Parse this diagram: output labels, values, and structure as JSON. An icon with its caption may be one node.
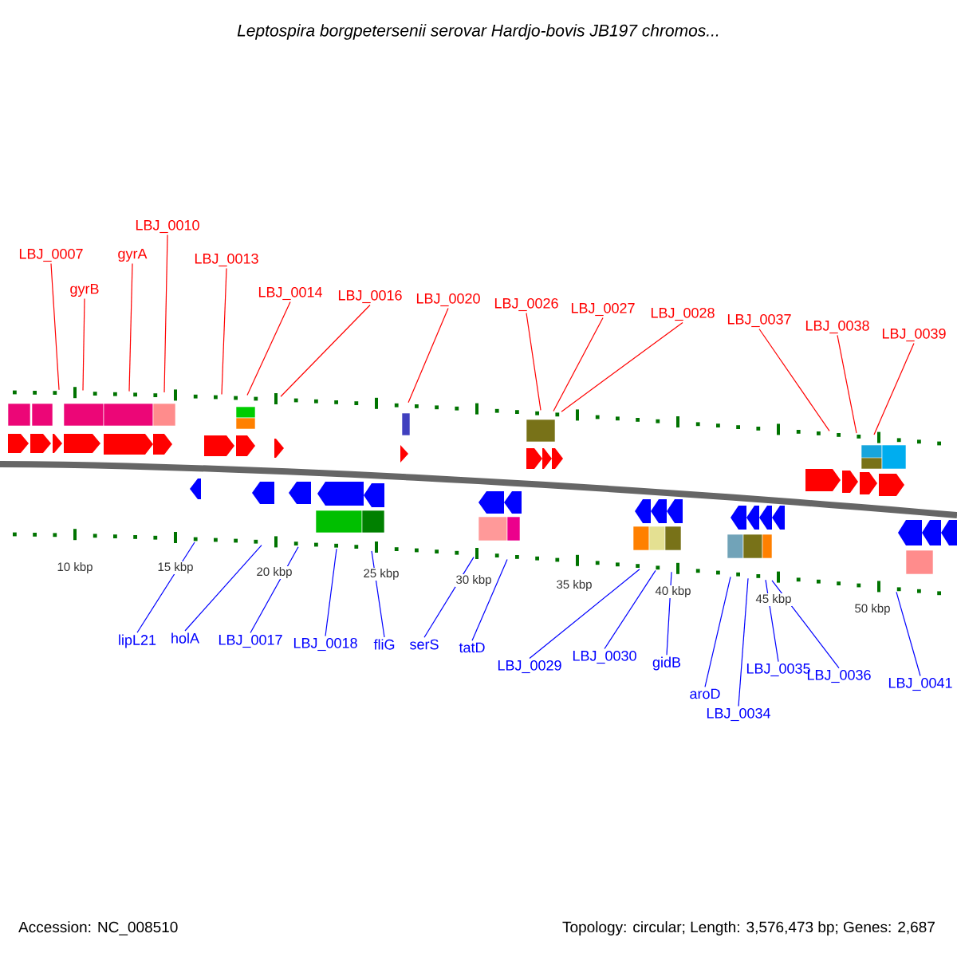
{
  "diagram": {
    "title": "Leptospira borgpetersenii serovar Hardjo-bovis JB197 chromos...",
    "nodes": [
      {
        "text": [
          "LBJ_0007"
        ]
      },
      {
        "text": [
          "gyrB"
        ]
      },
      {
        "text": [
          "gyrA"
        ]
      },
      {
        "text": [
          "LBJ_0010"
        ]
      },
      {
        "text": [
          "LBJ_0013"
        ]
      },
      {
        "text": [
          "LBJ_0014"
        ]
      },
      {
        "text": [
          "LBJ_0016"
        ]
      },
      {
        "text": [
          "LBJ_0020"
        ]
      },
      {
        "text": [
          "LBJ_0026"
        ]
      },
      {
        "text": [
          "LBJ_0027"
        ]
      },
      {
        "text": [
          "LBJ_0028"
        ]
      },
      {
        "text": [
          "LBJ_0037"
        ]
      },
      {
        "text": [
          "LBJ_0038"
        ]
      },
      {
        "text": [
          "LBJ_0039"
        ]
      },
      {
        "text": [
          "lipL21"
        ]
      },
      {
        "text": [
          "holA"
        ]
      },
      {
        "text": [
          "LBJ_0017"
        ]
      },
      {
        "text": [
          "LBJ_0018"
        ]
      },
      {
        "text": [
          "fliG"
        ]
      },
      {
        "text": [
          "serS"
        ]
      },
      {
        "text": [
          "tatD"
        ]
      },
      {
        "text": [
          "LBJ_0029"
        ]
      },
      {
        "text": [
          "LBJ_0030"
        ]
      },
      {
        "text": [
          "gidB"
        ]
      },
      {
        "text": [
          "aroD"
        ]
      },
      {
        "text": [
          "LBJ_0034"
        ]
      },
      {
        "text": [
          "LBJ_0035"
        ]
      },
      {
        "text": [
          "LBJ_0036"
        ]
      },
      {
        "text": [
          "LBJ_0041"
        ]
      },
      {
        "text": [],
        "shape": "ruler"
      },
      {
        "text": [],
        "shape": "ruler"
      }
    ],
    "edges": [
      {
        "from": 0,
        "to": 29,
        "arrow": "none",
        "color": "#ff0000"
      },
      {
        "from": 1,
        "to": 29,
        "arrow": "none",
        "color": "#ff0000"
      },
      {
        "from": 2,
        "to": 29,
        "arrow": "none",
        "color": "#ff0000"
      },
      {
        "from": 3,
        "to": 29,
        "arrow": "none",
        "color": "#ff0000"
      },
      {
        "from": 4,
        "to": 29,
        "arrow": "none",
        "color": "#ff0000"
      },
      {
        "from": 5,
        "to": 29,
        "arrow": "none",
        "color": "#ff0000"
      },
      {
        "from": 6,
        "to": 29,
        "arrow": "none",
        "color": "#ff0000"
      },
      {
        "from": 7,
        "to": 29,
        "arrow": "none",
        "color": "#ff0000"
      },
      {
        "from": 8,
        "to": 29,
        "arrow": "none",
        "color": "#ff0000"
      },
      {
        "from": 9,
        "to": 29,
        "arrow": "none",
        "color": "#ff0000"
      },
      {
        "from": 10,
        "to": 29,
        "arrow": "none",
        "color": "#ff0000"
      },
      {
        "from": 11,
        "to": 29,
        "arrow": "none",
        "color": "#ff0000"
      },
      {
        "from": 12,
        "to": 29,
        "arrow": "none",
        "color": "#ff0000"
      },
      {
        "from": 13,
        "to": 29,
        "arrow": "none",
        "color": "#ff0000"
      },
      {
        "from": 14,
        "to": 30,
        "arrow": "none"
      },
      {
        "from": 15,
        "to": 30,
        "arrow": "none"
      },
      {
        "from": 16,
        "to": 30,
        "arrow": "none"
      },
      {
        "from": 17,
        "to": 30,
        "arrow": "none"
      },
      {
        "from": 18,
        "to": 30,
        "arrow": "none"
      },
      {
        "from": 19,
        "to": 30,
        "arrow": "none"
      },
      {
        "from": 20,
        "to": 30,
        "arrow": "none"
      },
      {
        "from": 21,
        "to": 30,
        "arrow": "none"
      },
      {
        "from": 22,
        "to": 30,
        "arrow": "none"
      },
      {
        "from": 23,
        "to": 30,
        "arrow": "none"
      },
      {
        "from": 24,
        "to": 30,
        "arrow": "none"
      },
      {
        "from": 25,
        "to": 30,
        "arrow": "none"
      },
      {
        "from": 26,
        "to": 30,
        "arrow": "none"
      },
      {
        "from": 27,
        "to": 30,
        "arrow": "none"
      },
      {
        "from": 28,
        "to": 30,
        "arrow": "none"
      }
    ],
    "labels": [
      "10 kbp",
      "15 kbp",
      "20 kbp",
      "25 kbp",
      "30 kbp",
      "35 kbp",
      "40 kbp",
      "45 kbp",
      "50 kbp",
      "Accession: NC_008510",
      "Topology: circular; Length: 3,576,473 bp; Genes: 2,687"
    ]
  }
}
